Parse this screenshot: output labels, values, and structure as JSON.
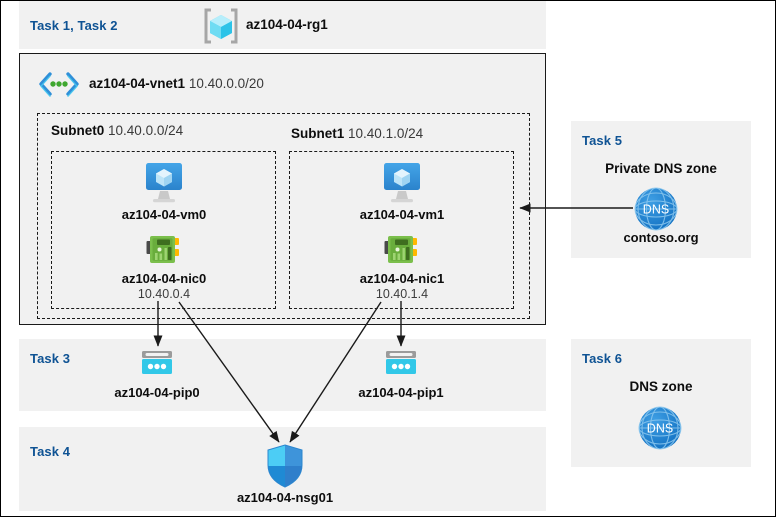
{
  "diagram": {
    "title_bar": {
      "task_label": "Task 1, Task 2",
      "resource_group_name": "az104-04-rg1",
      "resource_group_icon": "resource-group-cube-icon"
    },
    "vnet": {
      "name": "az104-04-vnet1",
      "cidr": "10.40.0.0/20",
      "icon": "virtual-network-icon"
    },
    "subnets": [
      {
        "name": "Subnet0",
        "cidr": "10.40.0.0/24",
        "vm": {
          "name": "az104-04-vm0",
          "icon": "virtual-machine-icon"
        },
        "nic": {
          "name": "az104-04-nic0",
          "ip": "10.40.0.4",
          "icon": "network-interface-icon"
        }
      },
      {
        "name": "Subnet1",
        "cidr": "10.40.1.0/24",
        "vm": {
          "name": "az104-04-vm1",
          "icon": "virtual-machine-icon"
        },
        "nic": {
          "name": "az104-04-nic1",
          "ip": "10.40.1.4",
          "icon": "network-interface-icon"
        }
      }
    ],
    "task3": {
      "task_label": "Task 3",
      "public_ips": [
        {
          "name": "az104-04-pip0",
          "icon": "public-ip-address-icon"
        },
        {
          "name": "az104-04-pip1",
          "icon": "public-ip-address-icon"
        }
      ]
    },
    "task4": {
      "task_label": "Task 4",
      "nsg": {
        "name": "az104-04-nsg01",
        "icon": "network-security-group-shield-icon"
      }
    },
    "task5": {
      "task_label": "Task 5",
      "heading": "Private DNS zone",
      "zone_name": "contoso.org",
      "icon": "dns-globe-icon",
      "icon_text": "DNS"
    },
    "task6": {
      "task_label": "Task 6",
      "heading": "DNS zone",
      "icon": "dns-globe-icon",
      "icon_text": "DNS"
    },
    "colors": {
      "task_label": "#0f5394",
      "panel_background": "#f1f1f1",
      "canvas_background": "#ffffff",
      "vm_icon": "#3999e0",
      "nic_icon": "#6aab3f",
      "public_ip_icon": "#32c8e8",
      "nsg_icon": "#3090d8",
      "dns_icon": "#1b7bd0",
      "resource_group_icon": "#49d0f0",
      "arrow": "#1a1a1a"
    }
  }
}
